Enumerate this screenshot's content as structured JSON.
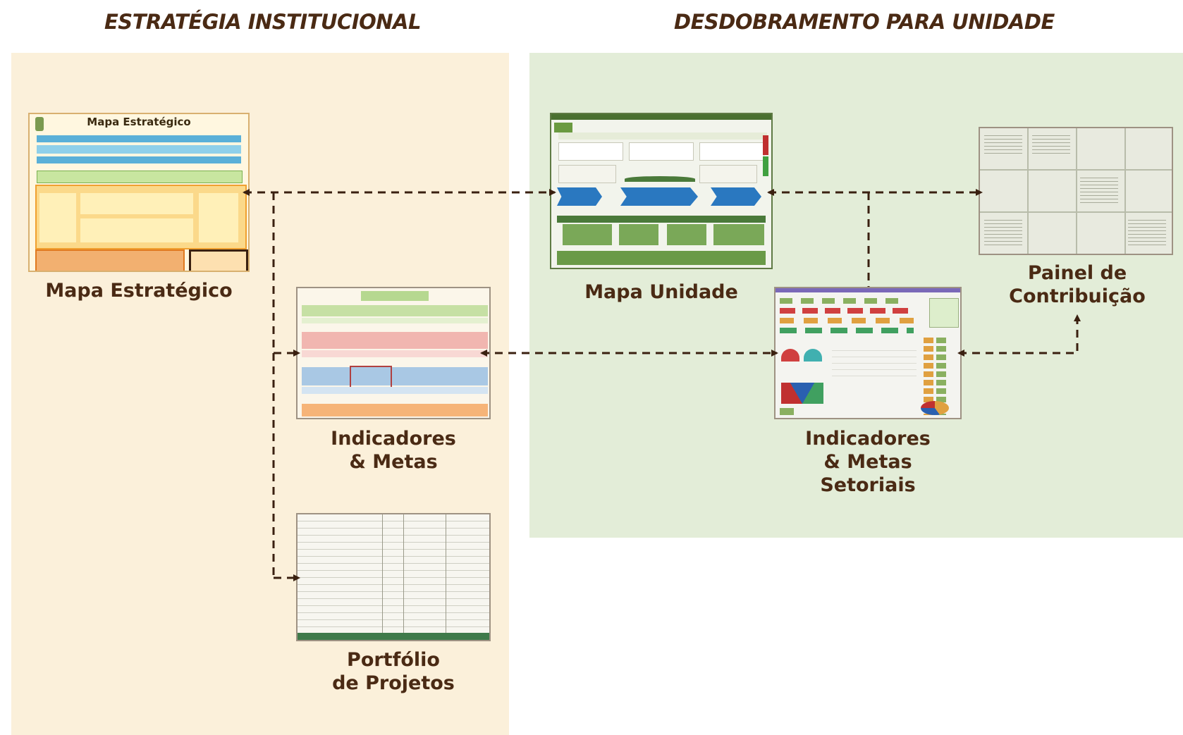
{
  "headers": {
    "left": "ESTRATÉGIA INSTITUCIONAL",
    "right": "DESDOBRAMENTO PARA UNIDADE"
  },
  "thumbnails": {
    "mapa_estrategico_title": "Mapa Estratégico"
  },
  "labels": {
    "mapa_estrategico": "Mapa Estratégico",
    "indicadores_metas": [
      "Indicadores",
      "& Metas"
    ],
    "portfolio": [
      "Portfólio",
      "de Projetos"
    ],
    "mapa_unidade": "Mapa Unidade",
    "painel": [
      "Painel de",
      "Contribuição"
    ],
    "indicadores_setoriais": [
      "Indicadores",
      "& Metas",
      "Setoriais"
    ]
  },
  "colors": {
    "left_panel": "#fbf0da",
    "right_panel": "#e3edd8",
    "text": "#4a2a14",
    "arrow": "#3a2010"
  }
}
